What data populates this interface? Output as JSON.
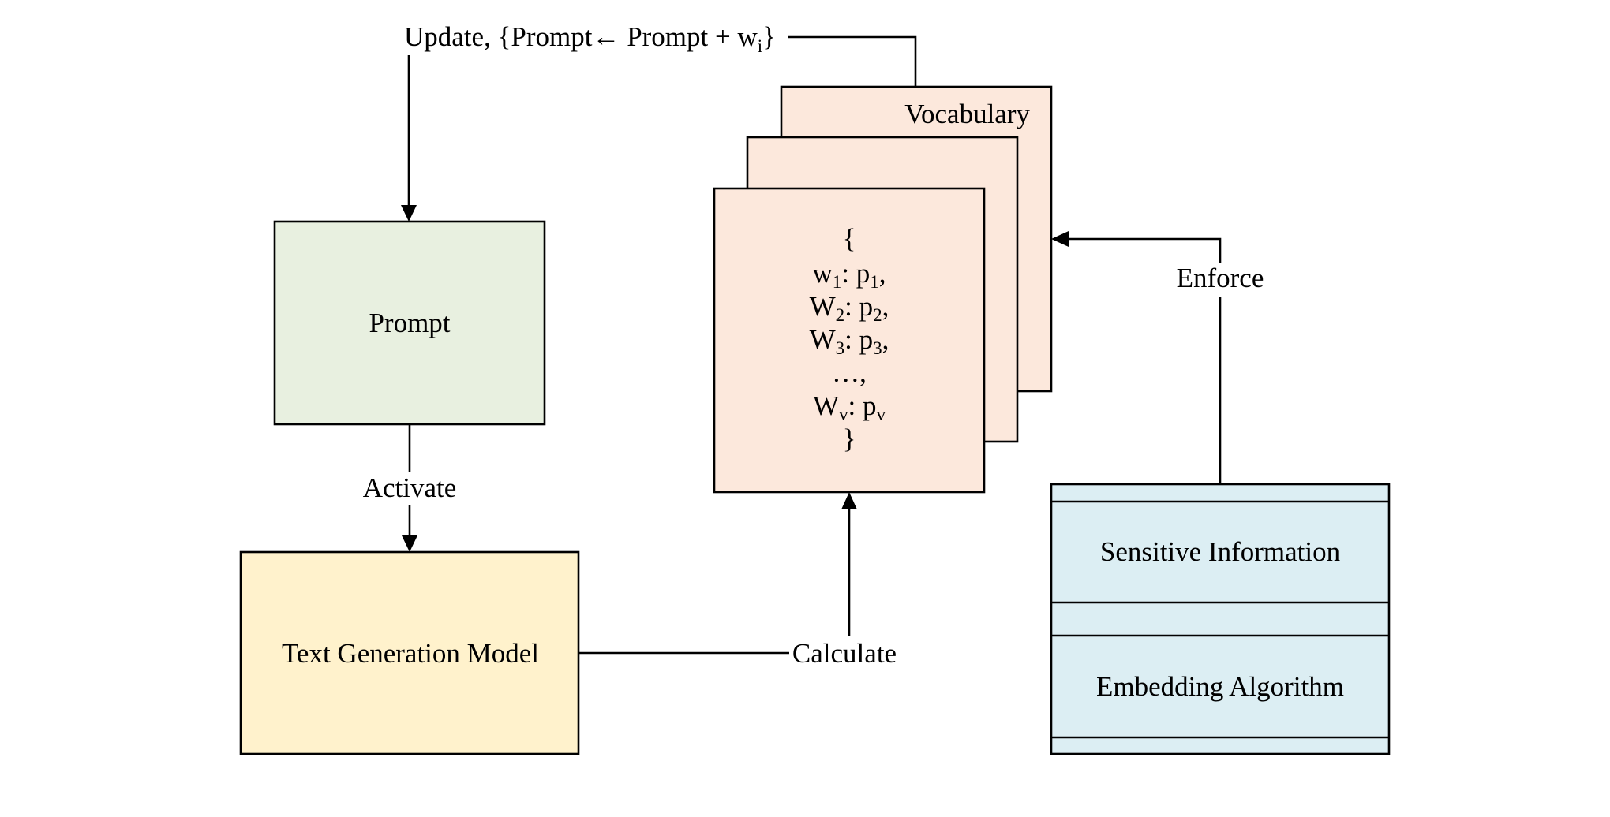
{
  "update": {
    "prefix": "Update, {Prompt← Prompt + w",
    "sub": "i",
    "suffix": "}"
  },
  "boxes": {
    "prompt": "Prompt",
    "text_generation_model": "Text Generation Model",
    "vocabulary": "Vocabulary",
    "sensitive_information": "Sensitive Information",
    "embedding_algorithm": "Embedding Algorithm"
  },
  "edges": {
    "activate": "Activate",
    "calculate": "Calculate",
    "enforce": "Enforce"
  },
  "vocab_list": {
    "open": "{",
    "rows": [
      {
        "w": "w",
        "w_sub": "1",
        "sep": ": p",
        "p_sub": "1",
        "tail": ","
      },
      {
        "w": "W",
        "w_sub": "2",
        "sep": ": p",
        "p_sub": "2",
        "tail": ","
      },
      {
        "w": "W",
        "w_sub": "3",
        "sep": ": p",
        "p_sub": "3",
        "tail": ","
      },
      {
        "w": "W",
        "w_sub": "v",
        "sep": ": p",
        "p_sub": "v",
        "tail": ""
      }
    ],
    "ellipsis": "…,",
    "close": "}"
  },
  "colors": {
    "prompt_fill": "#E8F0E0",
    "model_fill": "#FFF2CC",
    "vocab_fill": "#FCE8DC",
    "stack_fill": "#DCEEF3",
    "line": "#000000"
  }
}
